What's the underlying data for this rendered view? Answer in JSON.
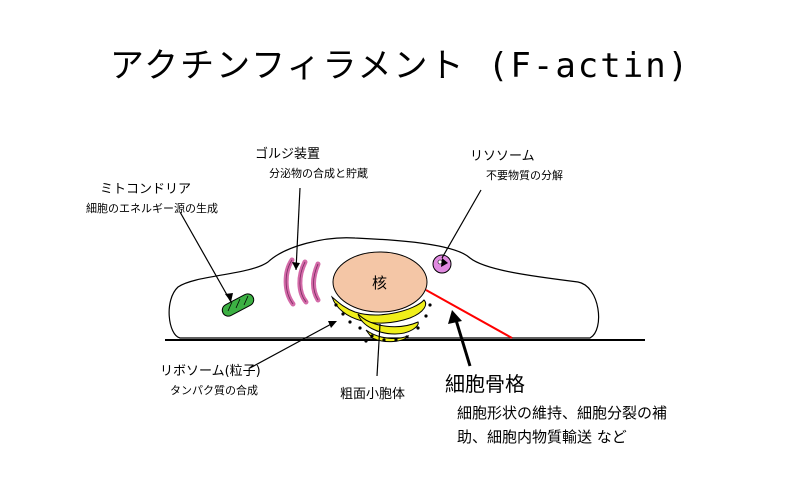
{
  "title": "アクチンフィラメント (F-actin)",
  "nucleus_label": "核",
  "labels": {
    "mitochondria": {
      "name": "ミトコンドリア",
      "desc": "細胞のエネルギー源の生成"
    },
    "golgi": {
      "name": "ゴルジ装置",
      "desc": "分泌物の合成と貯蔵"
    },
    "lysosome": {
      "name": "リソソーム",
      "desc": "不要物質の分解"
    },
    "ribosome": {
      "name": "リボソーム(粒子)",
      "desc": "タンパク質の合成"
    },
    "rough_er": {
      "name": "粗面小胞体"
    },
    "cytoskeleton": {
      "name": "細胞骨格",
      "desc_line1": "細胞形状の維持、細胞分裂の補",
      "desc_line2": "助、細胞内物質輸送 など"
    }
  },
  "colors": {
    "mitochondria": "#3cb043",
    "golgi": "#d46aa8",
    "lysosome": "#e08ae0",
    "nucleus": "#f4c6a6",
    "rough_er": "#f0ef1a",
    "actin": "#ff0000"
  }
}
